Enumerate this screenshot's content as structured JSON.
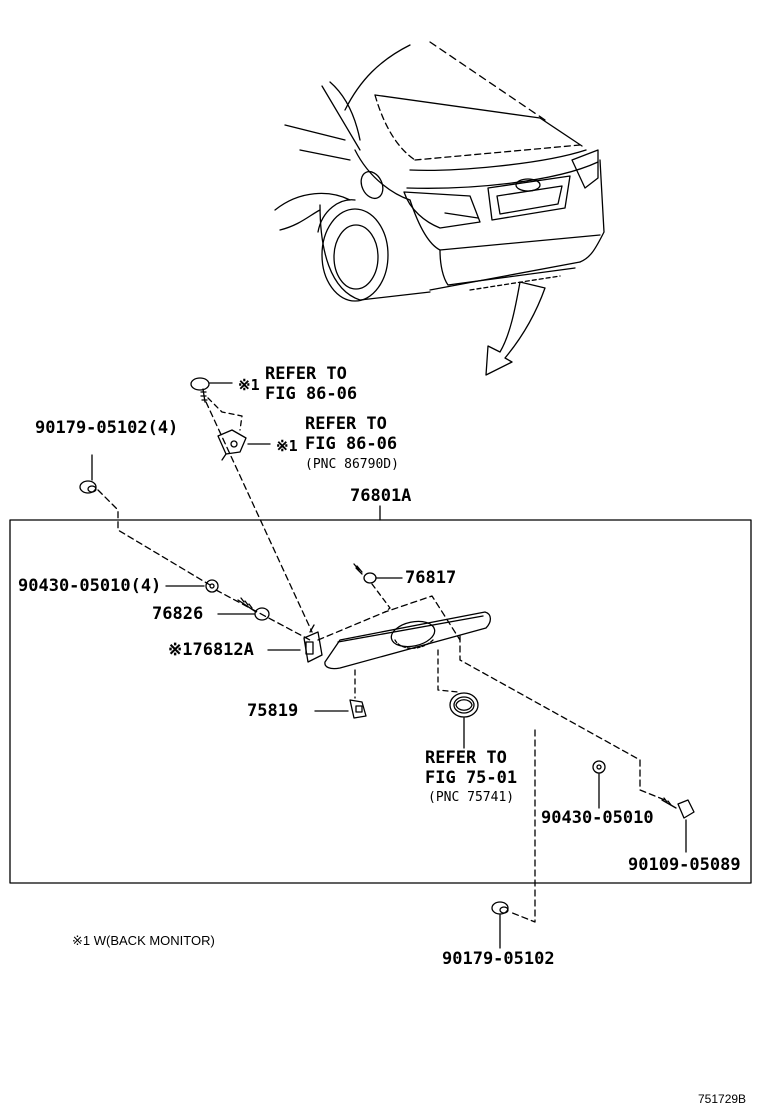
{
  "labels": {
    "refer_top_1": "REFER TO",
    "refer_top_2": "FIG 86-06",
    "refer_top_mark": "※1",
    "refer_mid_1": "REFER TO",
    "refer_mid_2": "FIG 86-06",
    "refer_mid_3": "(PNC 86790D)",
    "refer_mid_mark": "※1",
    "part_90179_4": "90179-05102(4)",
    "part_76801A": "76801A",
    "part_76817": "76817",
    "part_90430_4": "90430-05010(4)",
    "part_76826": "76826",
    "part_76812A": "※176812A",
    "part_75819": "75819",
    "refer_bot_1": "REFER TO",
    "refer_bot_2": "FIG 75-01",
    "refer_bot_3": "(PNC 75741)",
    "part_90430": "90430-05010",
    "part_90109": "90109-05089",
    "part_90179": "90179-05102",
    "footnote": "※1 W(BACK MONITOR)",
    "figure_id": "751729B"
  },
  "colors": {
    "line": "#000000",
    "background": "#ffffff"
  }
}
